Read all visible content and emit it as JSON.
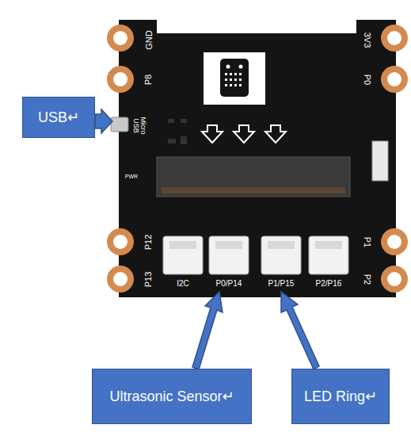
{
  "diagram": {
    "nodes": [
      {
        "text": [
          "USB↵"
        ]
      },
      {
        "text": [
          "Ultrasonic Sensor↵"
        ]
      },
      {
        "text": [
          "LED Ring↵"
        ]
      }
    ],
    "labels": [
      "GND",
      "P8",
      "Micro USB",
      "PWR",
      "P12",
      "P13",
      "3V3",
      "P0",
      "P1",
      "P2",
      "I2C",
      "P0/P14",
      "P1/P15",
      "P2/P16"
    ]
  }
}
